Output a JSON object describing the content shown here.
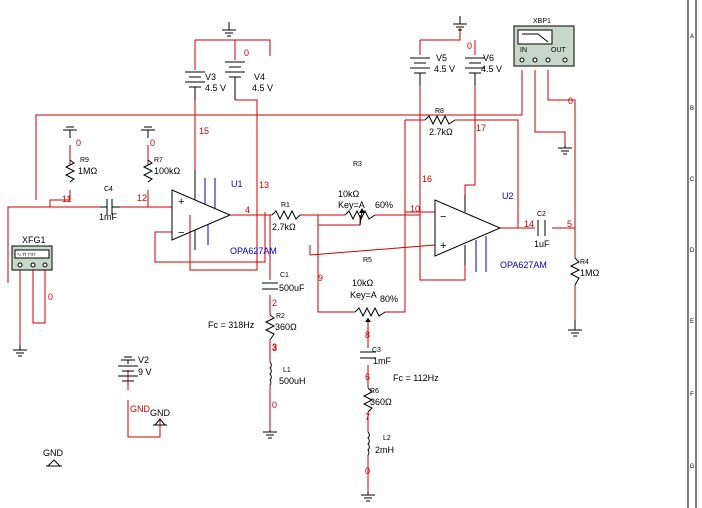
{
  "instruments": {
    "xfg1": "XFG1",
    "xbp1": "XBP1",
    "xbp1_in": "IN",
    "xbp1_out": "OUT"
  },
  "components": {
    "v3": {
      "ref": "V3",
      "val": "4.5 V"
    },
    "v4": {
      "ref": "V4",
      "val": "4.5 V"
    },
    "v5": {
      "ref": "V5",
      "val": "4.5 V"
    },
    "v6": {
      "ref": "V6",
      "val": "4.5 V"
    },
    "v2": {
      "ref": "V2",
      "val": "9 V"
    },
    "r9": {
      "ref": "R9",
      "val": "1MΩ"
    },
    "r7": {
      "ref": "R7",
      "val": "100kΩ"
    },
    "c4": {
      "ref": "C4",
      "val": "1mF"
    },
    "u1": {
      "ref": "U1",
      "model": "OPA627AM"
    },
    "u2": {
      "ref": "U2",
      "model": "OPA627AM"
    },
    "r1": {
      "ref": "R1",
      "val": "2.7kΩ"
    },
    "r3": {
      "ref": "R3",
      "val": "10kΩ",
      "key": "Key=A",
      "pct": "60%"
    },
    "r5": {
      "ref": "R5",
      "val": "10kΩ",
      "key": "Key=A",
      "pct": "80%"
    },
    "r8": {
      "ref": "R8",
      "val": "2.7kΩ"
    },
    "c1": {
      "ref": "C1",
      "val": "500uF"
    },
    "r2": {
      "ref": "R2",
      "val": "360Ω"
    },
    "l1": {
      "ref": "L1",
      "val": "500uH"
    },
    "c3": {
      "ref": "C3",
      "val": "1mF"
    },
    "r6": {
      "ref": "R6",
      "val": "360Ω"
    },
    "l2": {
      "ref": "L2",
      "val": "2mH"
    },
    "c2": {
      "ref": "C2",
      "val": "1uF"
    },
    "r4": {
      "ref": "R4",
      "val": "1MΩ"
    }
  },
  "annotations": {
    "fc1": "Fc = 318Hz",
    "fc2": "Fc = 112Hz",
    "gnd_label": "GND",
    "gnd_sym1": "GND",
    "gnd_sym2": "GND"
  },
  "nets": [
    "0",
    "0",
    "0",
    "15",
    "13",
    "11",
    "12",
    "4",
    "10",
    "16",
    "17",
    "14",
    "5",
    "9",
    "8",
    "3",
    "6",
    "7",
    "2",
    "3",
    "0",
    "0",
    "0",
    "0",
    "0"
  ],
  "border_letters": [
    "A",
    "B",
    "C",
    "D",
    "E",
    "F",
    "G"
  ]
}
